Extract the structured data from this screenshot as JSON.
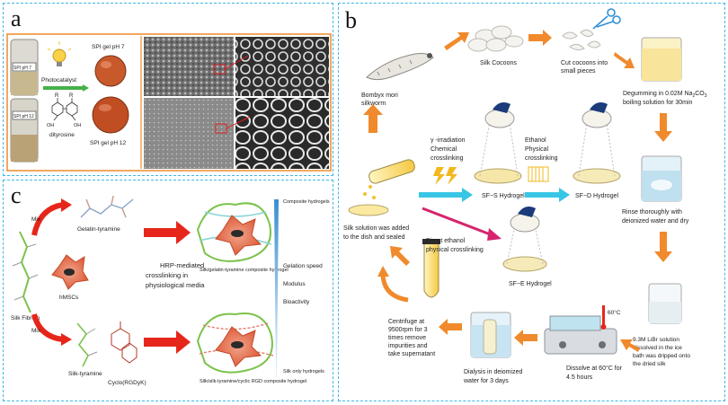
{
  "panels": {
    "a": {
      "label": "a",
      "bottle_labels": [
        "SPI pH 7",
        "SPI pH 12"
      ],
      "photocatalyst": "Photocatalyst",
      "chem_r": "R",
      "chem_oh": "OH",
      "dityrosine": "dityrosine",
      "gel_top": "SPI gel pH 7",
      "gel_bottom": "SPI gel pH 12"
    },
    "b": {
      "label": "b",
      "silkworm": "Bombyx mori silkworm",
      "cocoons": "Silk Cocoons",
      "cut": "Cut cocoons into small pieces",
      "degum_1": "Degumming in 0.02M Na",
      "degum_sub": "2",
      "degum_2": "CO",
      "degum_sub2": "3",
      "degum_3": "boiling solution for 30min",
      "rinse": "Rinse thoroughly with deionized water and dry",
      "libr": "9.3M LiBr solution dissolved in the ice bath was dripped onto the dried silk",
      "temp_label": "60°C",
      "dissolve": "Dissolve at 60°C for 4.5 hours",
      "dialysis": "Dialysis in deiomized water for 3 days",
      "centrifuge": "Centrifuge at 9500rpm for 3 times remove impurities and take supernatant",
      "silk_solution": "Silk solution was added to the dish and sealed",
      "gamma": "γ -irradiation Chemical crosslinking",
      "ethanol": "Ethanol Physical crosslinking",
      "sfs": "SF−S Hydrogel",
      "sfd": "SF−D Hydrogel",
      "direct": "Direct ethanol physical crosslinking",
      "sfe": "SF−E Hydrogel"
    },
    "c": {
      "label": "c",
      "mix_top": "Mix",
      "mix_bottom": "Mix",
      "gelatin_tyramine": "Gelatin-tyramine",
      "silk_fibroin": "Silk Fibroin",
      "hmscs": "hMSCs",
      "silk_tyramine": "Silk-tyramine",
      "cyclo": "Cyclo(RGDyK)",
      "hrp": "HRP-mediated crosslinking in physiological media",
      "composite_top": "Silk/gelatin-tyramine composite hydrogel",
      "composite_bottom": "Silk/silk-tyramine/cyclic RGD composite hydrogel",
      "scale_top": "Composite hydrogels",
      "scale_1": "Gelation speed",
      "scale_2": "Modulus",
      "scale_3": "Bioactivity",
      "scale_bottom": "Silk only hydrogels"
    }
  },
  "colors": {
    "panel_border": "#3fb6e8",
    "flow_arrow": "#f08a2c",
    "cyan_arrow": "#39c6e6",
    "magenta_arrow": "#d6246e",
    "red_arrow": "#e6261b",
    "gel_orange": "#c8592b"
  }
}
